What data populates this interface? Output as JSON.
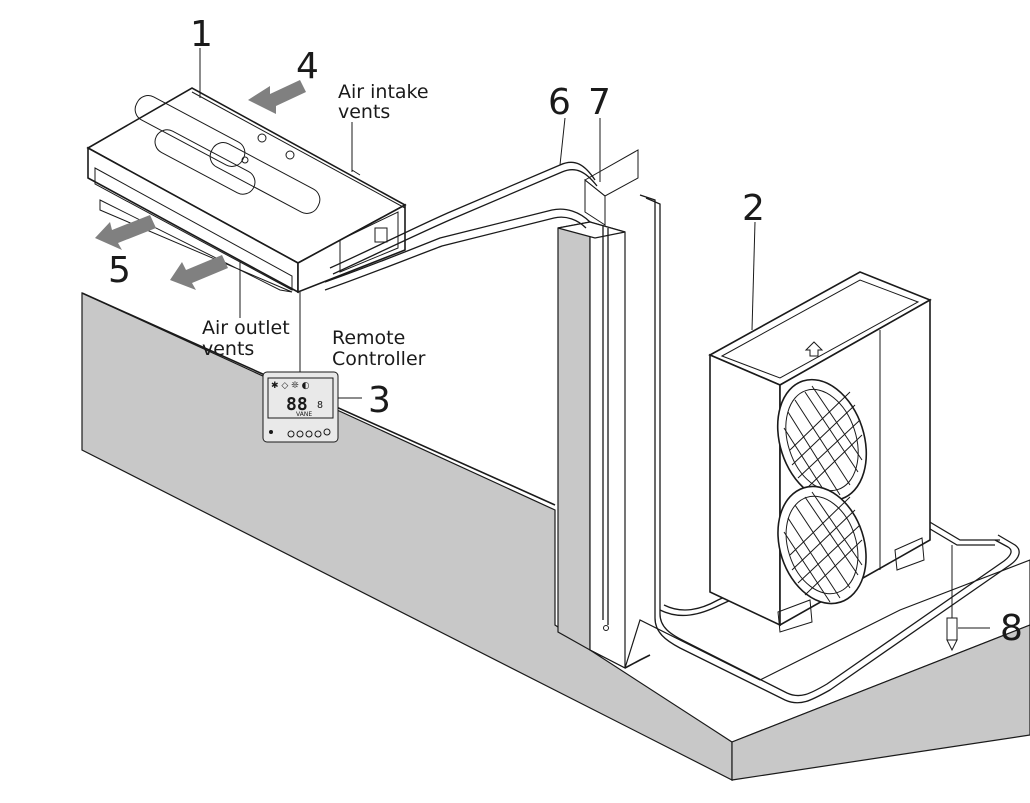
{
  "callouts": {
    "c1": "1",
    "c2": "2",
    "c3": "3",
    "c4": "4",
    "c5": "5",
    "c6": "6",
    "c7": "7",
    "c8": "8"
  },
  "labels": {
    "air_intake_line1": "Air intake",
    "air_intake_line2": "vents",
    "air_outlet_line1": "Air outlet",
    "air_outlet_line2": "vents",
    "remote_line1": "Remote",
    "remote_line2": "Controller"
  },
  "remote_display": {
    "digits": "88",
    "small_digits": "8",
    "vane_text": "VANE"
  },
  "colors": {
    "ink": "#1a1a1a",
    "wall_gray": "#c8c8c8",
    "arrow_gray": "#808080",
    "remote_bg": "#e9e9e9"
  },
  "icons": {
    "air_intake_arrow": "arrow-left-icon",
    "air_outlet_arrow": "arrow-down-left-icon",
    "outdoor_top_arrow": "arrow-up-icon",
    "ground_rod": "ground-rod-icon"
  }
}
